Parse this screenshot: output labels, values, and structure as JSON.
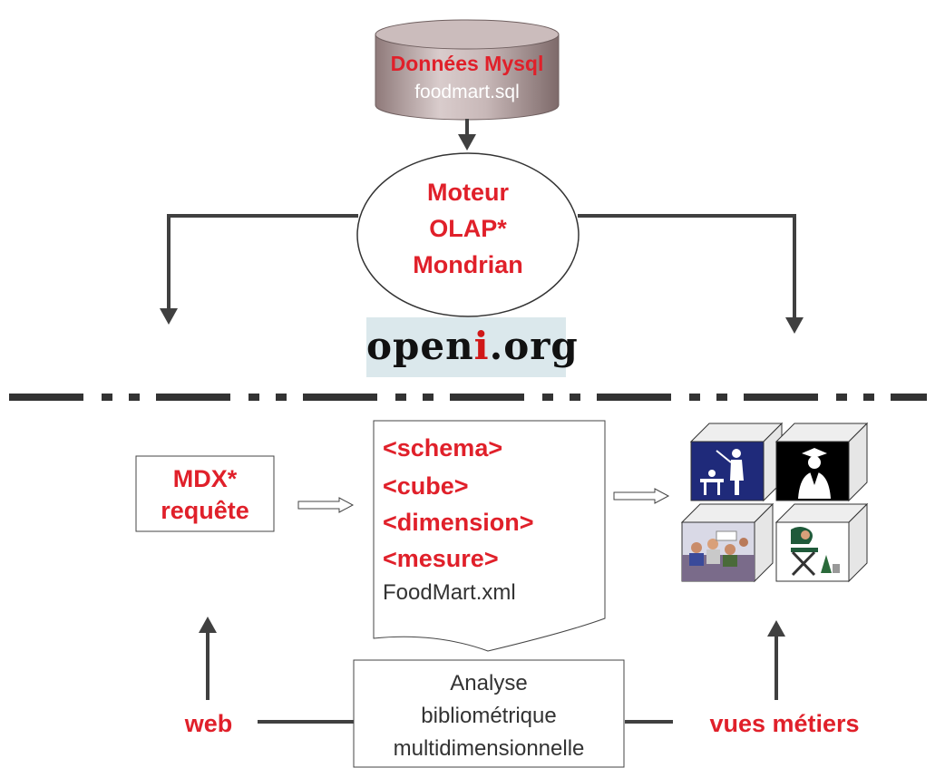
{
  "database": {
    "title": "Données Mysql",
    "file": "foodmart.sql"
  },
  "engine": {
    "lines": [
      "Moteur",
      "OLAP*",
      "Mondrian"
    ]
  },
  "logo": {
    "text_before": "open",
    "text_accent": "i",
    "text_after": ".org"
  },
  "query": {
    "lines": [
      "MDX*",
      "requête"
    ]
  },
  "schema_doc": {
    "tags": [
      "<schema>",
      "<cube>",
      "<dimension>",
      "<mesure>"
    ],
    "file": "FoodMart.xml"
  },
  "analysis": {
    "lines": [
      "Analyse",
      "bibliométrique",
      "multidimensionnelle"
    ]
  },
  "bottom_labels": {
    "left": "web",
    "right": "vues métiers"
  },
  "colors": {
    "accent_red": "#e0202a",
    "db_gray": "#b8a6a6",
    "arrow": "#404040",
    "logo_bg": "#dbe8ec",
    "view_blue": "#1f2a7a"
  },
  "icons": {
    "views": [
      "teacher-icon",
      "graduate-icon",
      "meeting-icon",
      "director-chair-icon"
    ]
  }
}
